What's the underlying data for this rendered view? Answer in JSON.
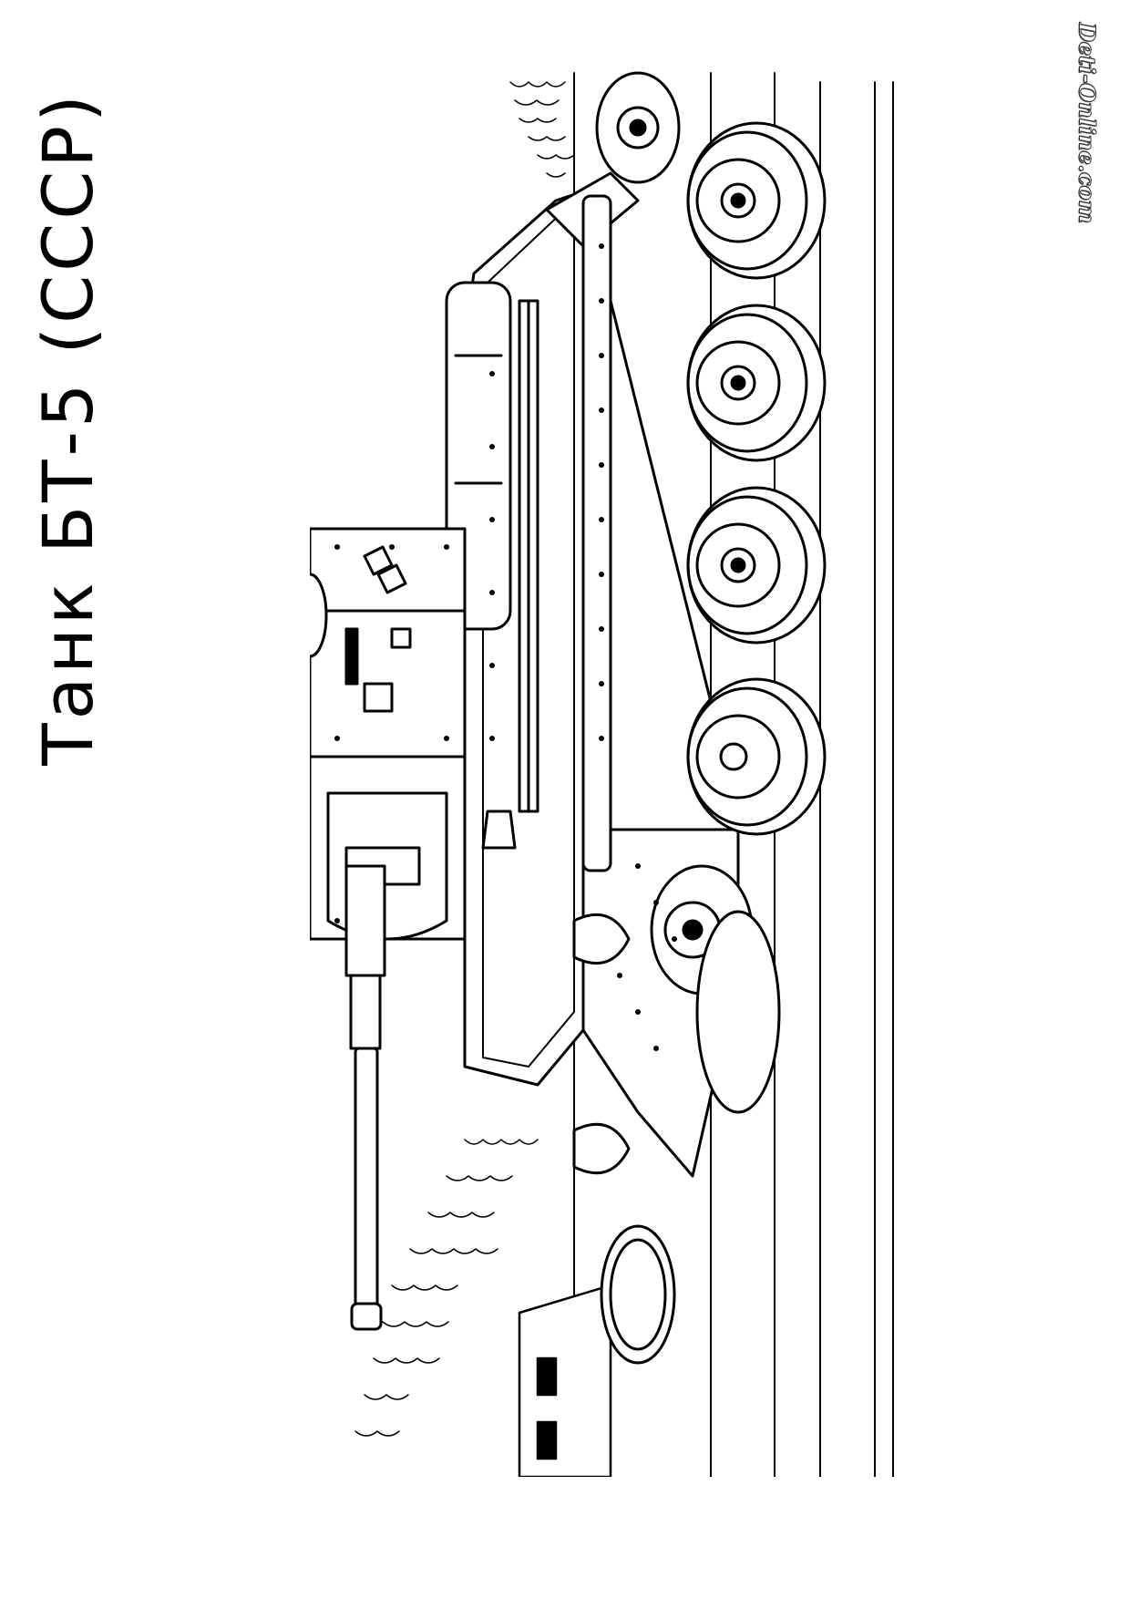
{
  "title": "Танк БТ-5 (СССР)",
  "watermark": "Deti-Online.com",
  "illustration": {
    "subject": "tank-line-art",
    "color_stroke": "#000000",
    "color_fill": "#ffffff"
  }
}
